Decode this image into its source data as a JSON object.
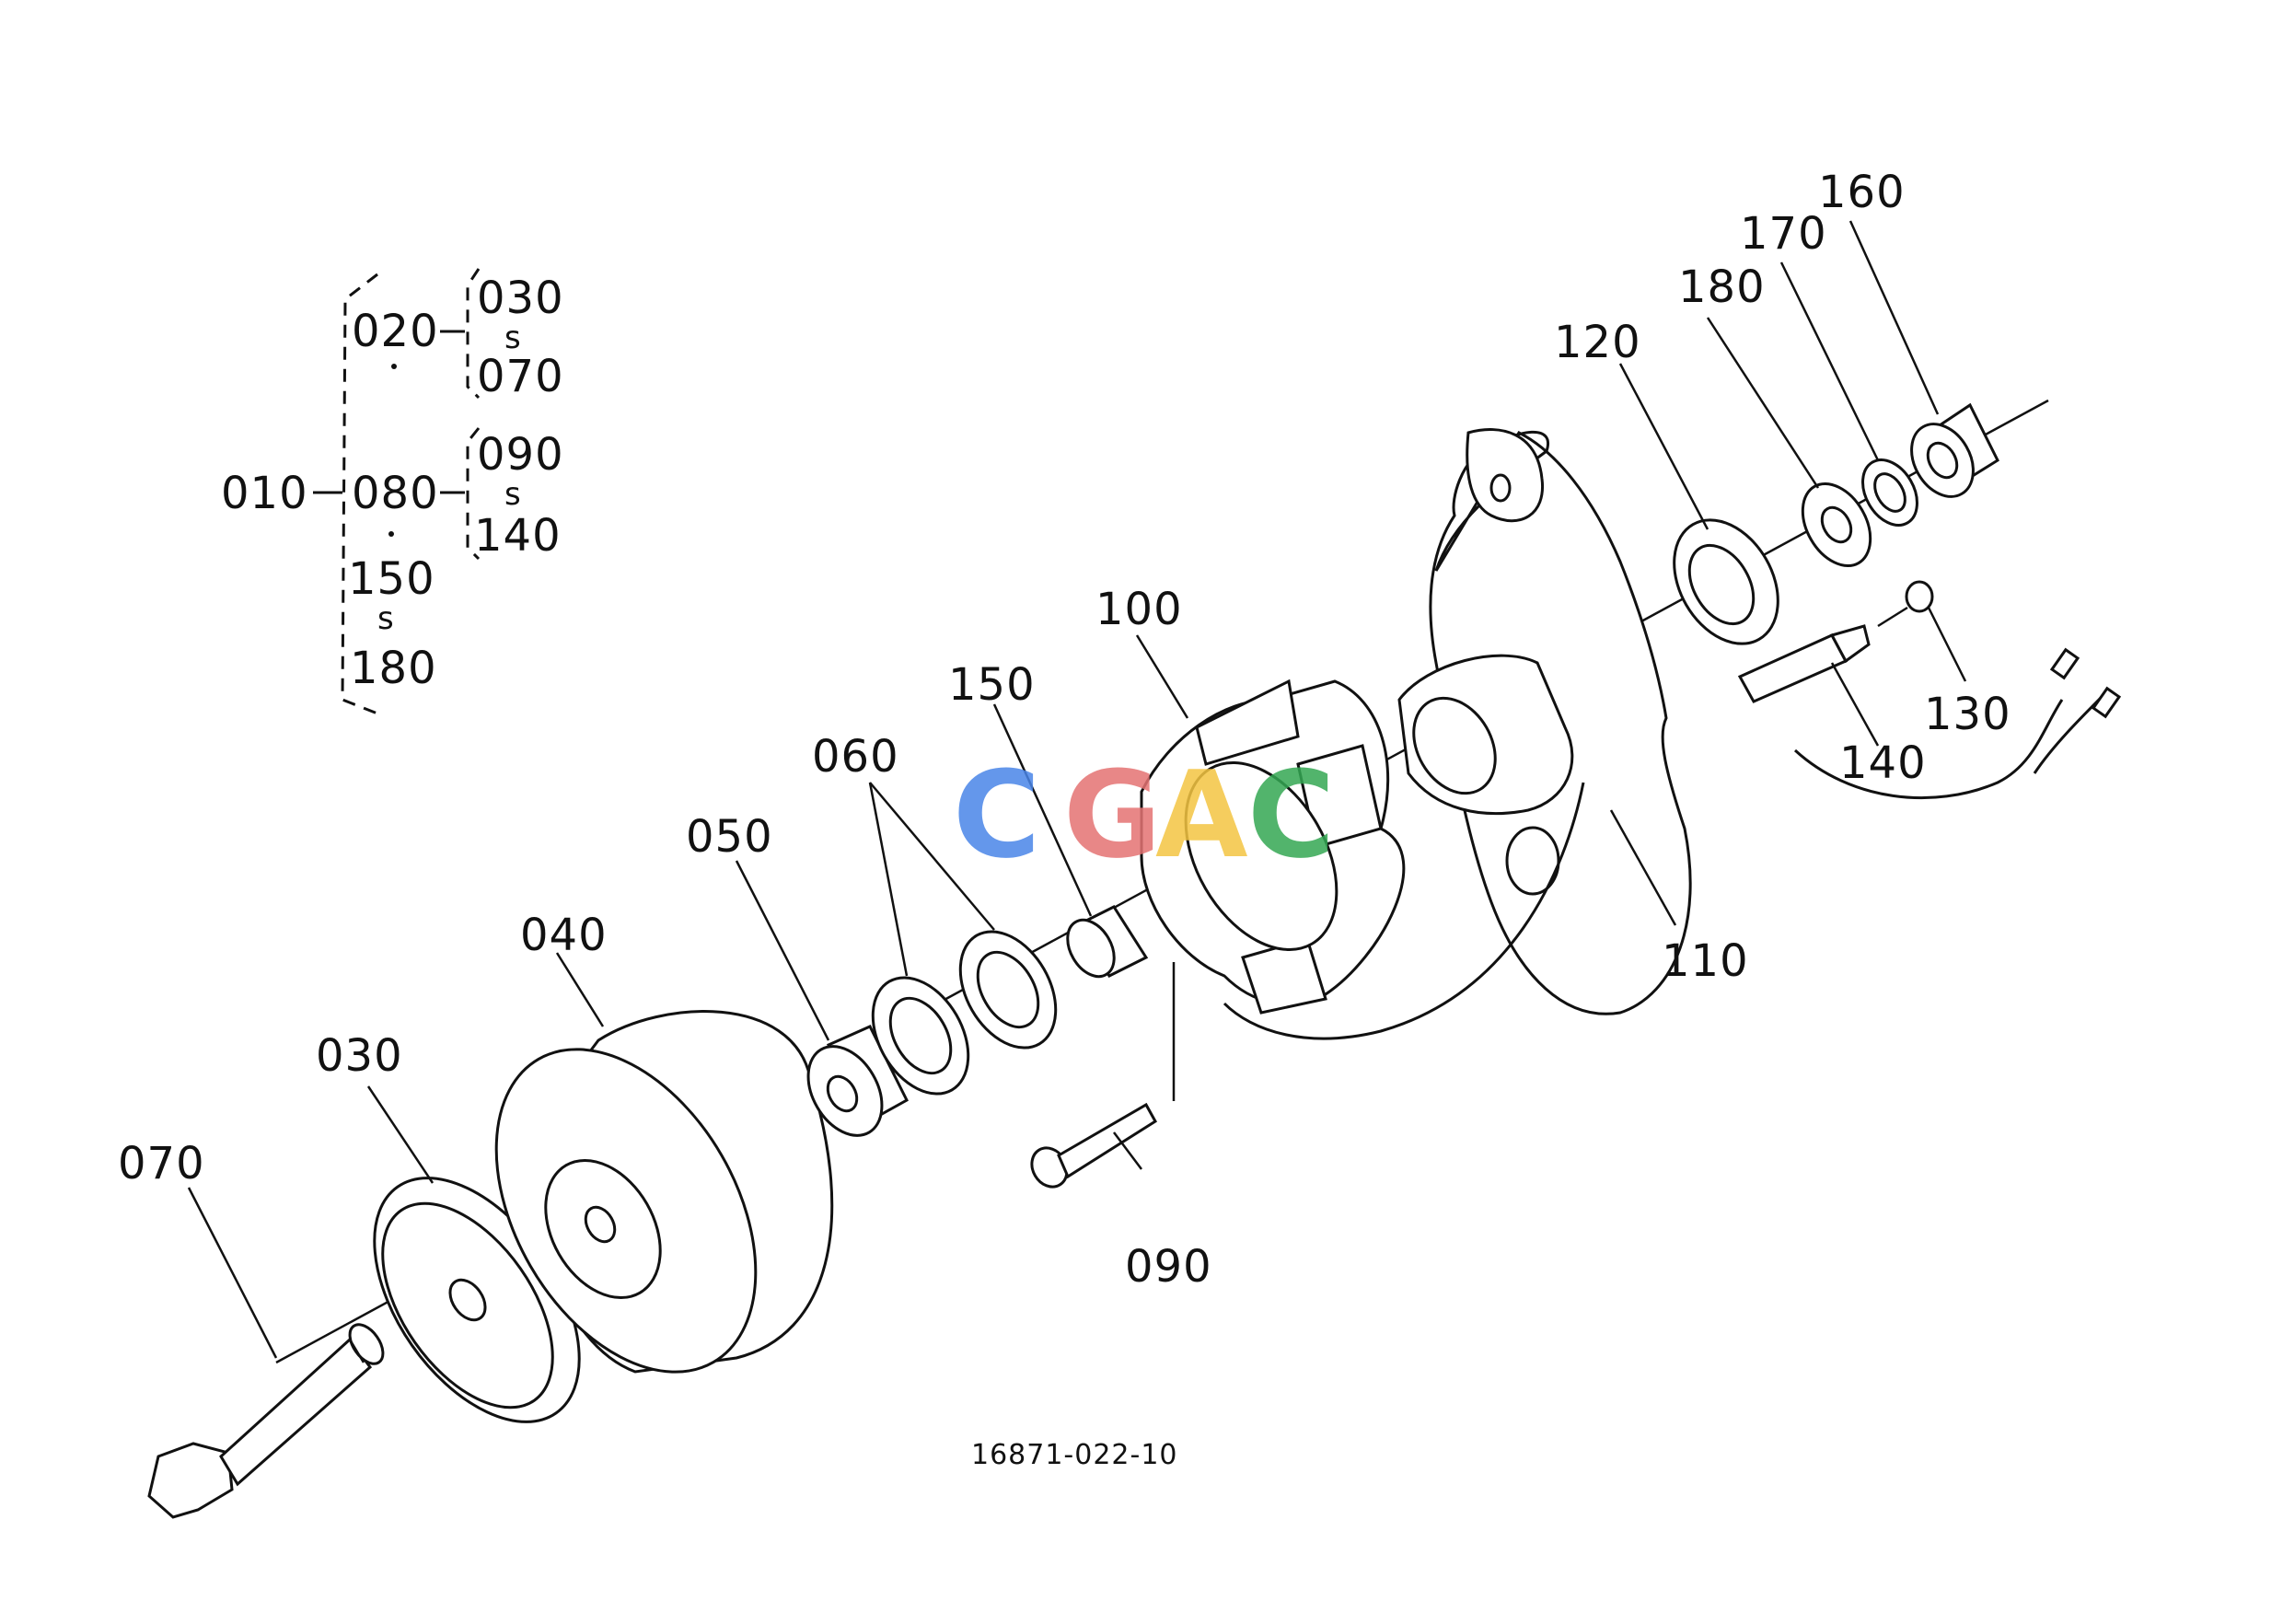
{
  "diagram": {
    "drawing_number": "16871-022-10",
    "watermark": [
      "C",
      "G",
      "A",
      "C"
    ],
    "colors": {
      "line": "#111111",
      "watermark_blue": "#4a86e8",
      "watermark_red": "#e57373",
      "watermark_yellow": "#f4c542",
      "watermark_green": "#34a853"
    },
    "assembly_tree": {
      "root": "010",
      "group_020": "020",
      "group_020_from": "030",
      "group_020_to": "070",
      "group_080": "080",
      "group_080_from": "090",
      "group_080_to": "140",
      "range_from": "150",
      "range_to": "180",
      "range_sep": "s"
    },
    "callouts": {
      "p030": "030",
      "p040": "040",
      "p050": "050",
      "p060": "060",
      "p070": "070",
      "p090": "090",
      "p100": "100",
      "p110": "110",
      "p120": "120",
      "p130": "130",
      "p140": "140",
      "p150": "150",
      "p160": "160",
      "p170": "170",
      "p180": "180"
    }
  }
}
